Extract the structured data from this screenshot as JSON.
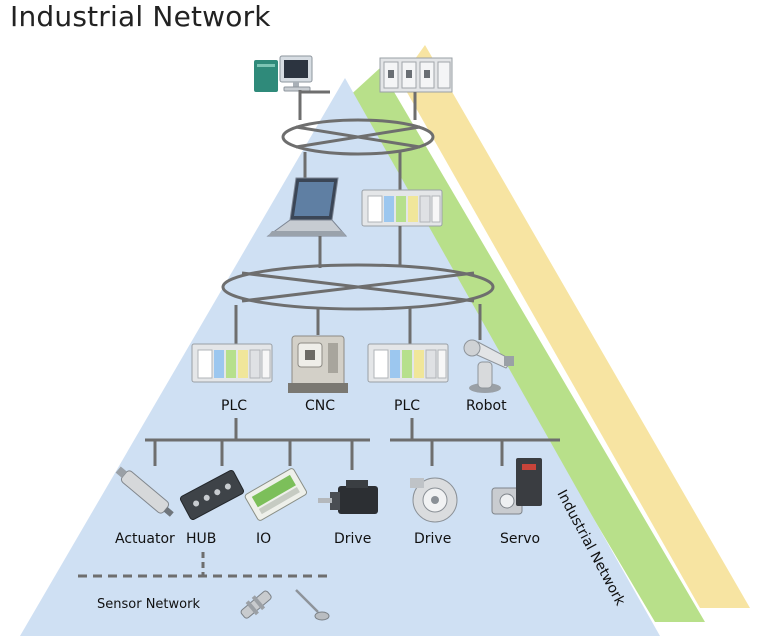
{
  "title": "Industrial Network",
  "colors": {
    "blue_tier": "#cfe0f3",
    "green_tier": "#b8e08a",
    "yellow_tier": "#f7e4a2",
    "line": "#6e6e6e"
  },
  "labels": {
    "plc_left": "PLC",
    "cnc": "CNC",
    "plc_right": "PLC",
    "robot": "Robot",
    "actuator": "Actuator",
    "hub": "HUB",
    "io": "IO",
    "drive_left": "Drive",
    "drive_right": "Drive",
    "servo": "Servo",
    "sensor_network": "Sensor Network",
    "side_label": "Industrial Network"
  },
  "icons": [
    "desktop-computer-icon",
    "server-rack-icon",
    "laptop-icon",
    "plc-controller-icon",
    "cnc-machine-icon",
    "robot-arm-icon",
    "actuator-icon",
    "hub-icon",
    "io-module-icon",
    "motor-drive-icon",
    "servo-motor-icon",
    "proximity-sensor-icon",
    "probe-sensor-icon"
  ]
}
